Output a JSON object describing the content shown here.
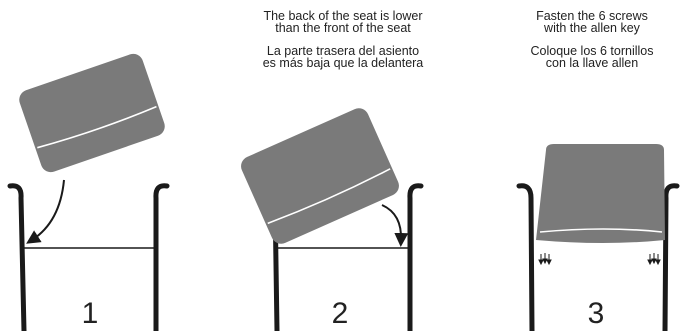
{
  "steps": [
    {
      "number": "1",
      "caption_en": [],
      "caption_es": []
    },
    {
      "number": "2",
      "caption_en": [
        "The back of the seat is lower",
        "than the front of the seat"
      ],
      "caption_es": [
        "La parte trasera del asiento",
        "es más baja que la delantera"
      ]
    },
    {
      "number": "3",
      "caption_en": [
        "Fasten the 6 screws",
        "with the allen key"
      ],
      "caption_es": [
        "Coloque los 6 tornillos",
        "con la llave allen"
      ]
    }
  ],
  "colors": {
    "seat_fill": "#7a7a7a",
    "frame_stroke": "#1a1a1a",
    "text": "#222222",
    "seam": "#ffffff"
  }
}
